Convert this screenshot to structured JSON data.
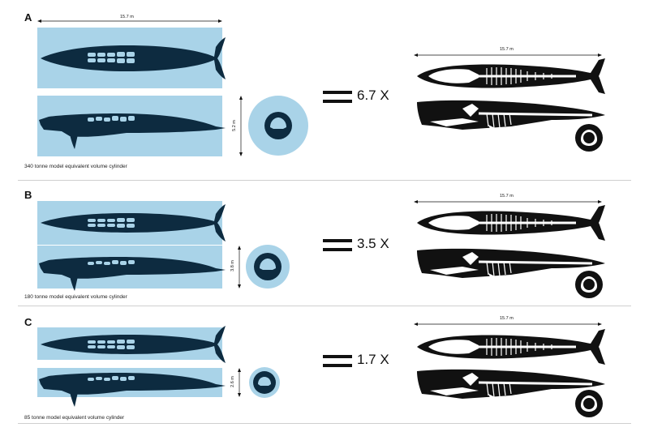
{
  "panels": [
    {
      "label": "A",
      "caption": "340 tonne model equivalent volume cylinder",
      "length": "15.7 m",
      "diameter": "5.2 m",
      "multiplier": "6.7 X",
      "skeleton_length": "15.7 m"
    },
    {
      "label": "B",
      "caption": "180 tonne model equivalent volume cylinder",
      "length": "",
      "diameter": "3.8 m",
      "multiplier": "3.5 X",
      "skeleton_length": "15.7 m"
    },
    {
      "label": "C",
      "caption": "85 tonne model equivalent volume cylinder",
      "length": "",
      "diameter": "2.6 m",
      "multiplier": "1.7 X",
      "skeleton_length": "15.7 m"
    }
  ],
  "colors": {
    "cylinder": "#a9d3e8",
    "whale": "#0d2b40",
    "skeleton_whale": "#111111",
    "bone": "#ffffff"
  }
}
